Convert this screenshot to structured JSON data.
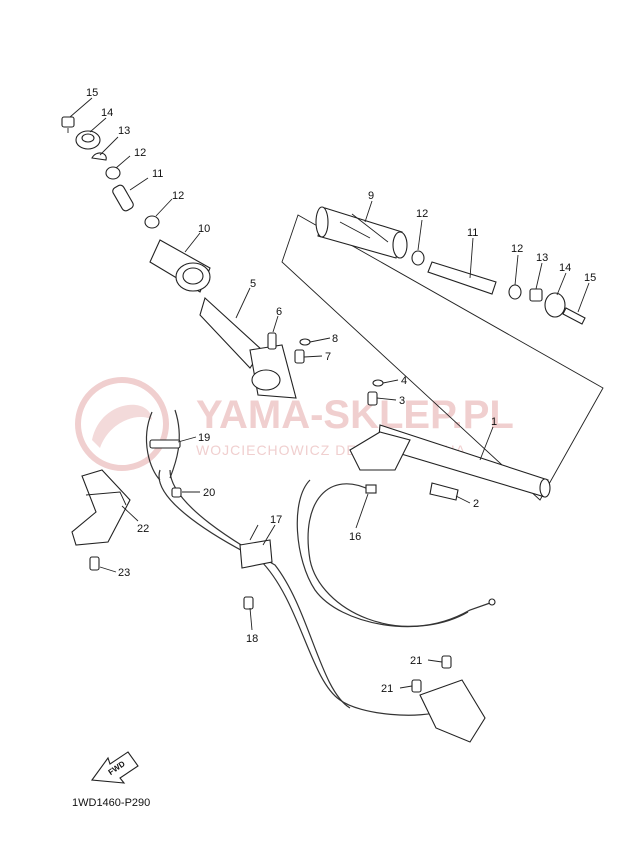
{
  "watermark": {
    "title": "YAMA-SKLEP.PL",
    "subtitle": "WOJCIECHOWICZ DEALER YAMAHA"
  },
  "diagram_code": "1WD1460-P290",
  "fwd_label": "FWD",
  "callouts": {
    "c1": "1",
    "c2": "2",
    "c3": "3",
    "c4": "4",
    "c5": "5",
    "c6": "6",
    "c7": "7",
    "c8": "8",
    "c9": "9",
    "c10": "10",
    "c11a": "11",
    "c11b": "11",
    "c12a": "12",
    "c12b": "12",
    "c12c": "12",
    "c12d": "12",
    "c13a": "13",
    "c13b": "13",
    "c14a": "14",
    "c14b": "14",
    "c15a": "15",
    "c15b": "15",
    "c16": "16",
    "c17": "17",
    "c18": "18",
    "c19": "19",
    "c20": "20",
    "c21a": "21",
    "c21b": "21",
    "c22": "22",
    "c23": "23"
  }
}
